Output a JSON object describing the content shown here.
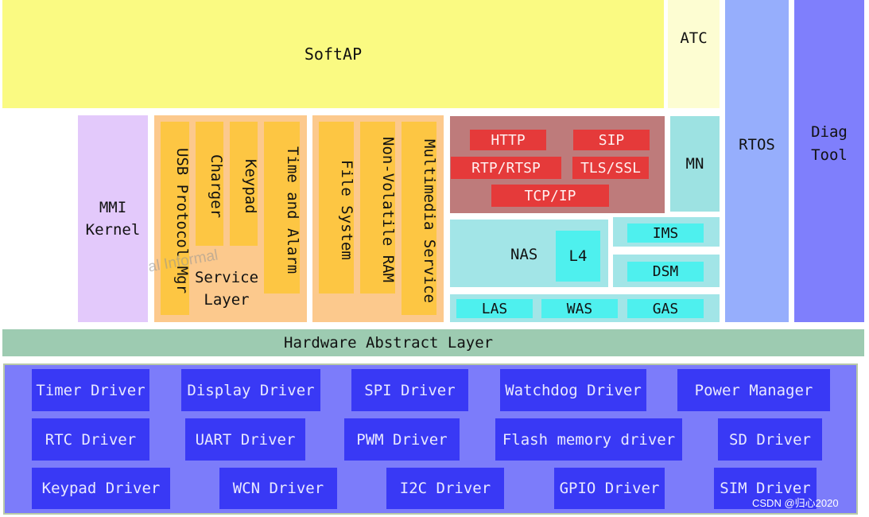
{
  "top": {
    "softap": "SoftAP",
    "atc": "ATC",
    "rtos": "RTOS",
    "diag": [
      "Diag",
      "Tool"
    ]
  },
  "mmi": [
    "MMI",
    "Kernel"
  ],
  "service_layer": {
    "columns": [
      "USB Protocol Mgr",
      "Charger",
      "Keypad",
      "Time and Alarm"
    ],
    "label": [
      "Service",
      "Layer"
    ]
  },
  "storage": [
    "File System",
    "Non-Volatile RAM",
    "Multimedia Service"
  ],
  "network": {
    "http": "HTTP",
    "sip": "SIP",
    "rtp": "RTP/RTSP",
    "tls": "TLS/SSL",
    "tcpip": "TCP/IP"
  },
  "mn": "MN",
  "nas": "NAS",
  "l4": "L4",
  "ims": "IMS",
  "dsm": "DSM",
  "las": "LAS",
  "was": "WAS",
  "gas": "GAS",
  "hal": "Hardware Abstract Layer",
  "drivers": {
    "row1": [
      "Timer Driver",
      "Display Driver",
      "SPI Driver",
      "Watchdog Driver",
      "Power Manager"
    ],
    "row2": [
      "RTC Driver",
      "UART Driver",
      "PWM Driver",
      "Flash memory driver",
      "SD Driver"
    ],
    "row3": [
      "Keypad Driver",
      "WCN Driver",
      "I2C Driver",
      "GPIO Driver",
      "SIM Driver"
    ]
  },
  "watermark": "al Informal",
  "credit": "CSDN @归心2020",
  "colors": {
    "softap": "#fafa82",
    "atc": "#fdfdd2",
    "rtos": "#96aefc",
    "diag": "#7f7ffc",
    "mmi": "#e3c9fb",
    "service_bg": "#fcc98d",
    "service_col": "#fdc643",
    "network_bg": "#be7b7b",
    "network_box": "#e53a3a",
    "mn": "#9de2e2",
    "cyan_bg": "#a2e5e7",
    "cyan_box": "#4ef0ee",
    "hal": "#9dcbb1",
    "drivers_bg": "#7c7cfa",
    "driver_box": "#3939f5"
  }
}
